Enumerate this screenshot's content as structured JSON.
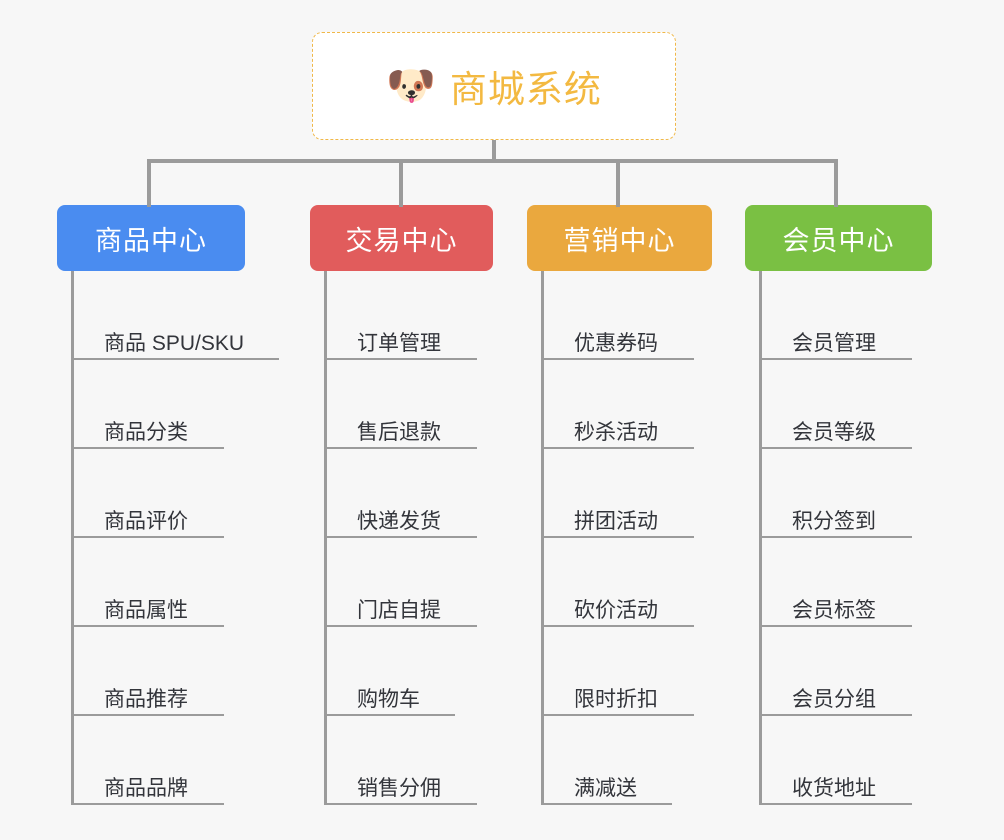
{
  "page": {
    "background_color": "#f7f7f7",
    "line_color": "#9b9b9b"
  },
  "root": {
    "icon": "shiba-dog-emoji",
    "emoji": "🐶",
    "title": "商城系统",
    "text_color": "#f3b941",
    "border_color": "#f0b849",
    "background_color": "#ffffff"
  },
  "branches": [
    {
      "id": "product-center",
      "label": "商品中心",
      "color": "#4a8cf0",
      "items": [
        {
          "label": "商品 SPU/SKU",
          "rule_width": 205
        },
        {
          "label": "商品分类",
          "rule_width": 150
        },
        {
          "label": "商品评价",
          "rule_width": 150
        },
        {
          "label": "商品属性",
          "rule_width": 150
        },
        {
          "label": "商品推荐",
          "rule_width": 150
        },
        {
          "label": "商品品牌",
          "rule_width": 150
        }
      ]
    },
    {
      "id": "trade-center",
      "label": "交易中心",
      "color": "#e15c5c",
      "items": [
        {
          "label": "订单管理",
          "rule_width": 150
        },
        {
          "label": "售后退款",
          "rule_width": 150
        },
        {
          "label": "快递发货",
          "rule_width": 150
        },
        {
          "label": "门店自提",
          "rule_width": 150
        },
        {
          "label": "购物车",
          "rule_width": 128
        },
        {
          "label": "销售分佣",
          "rule_width": 150
        }
      ]
    },
    {
      "id": "marketing-center",
      "label": "营销中心",
      "color": "#eaa83e",
      "items": [
        {
          "label": "优惠券码",
          "rule_width": 150
        },
        {
          "label": "秒杀活动",
          "rule_width": 150
        },
        {
          "label": "拼团活动",
          "rule_width": 150
        },
        {
          "label": "砍价活动",
          "rule_width": 150
        },
        {
          "label": "限时折扣",
          "rule_width": 150
        },
        {
          "label": "满减送",
          "rule_width": 128
        }
      ]
    },
    {
      "id": "member-center",
      "label": "会员中心",
      "color": "#7ac043",
      "items": [
        {
          "label": "会员管理",
          "rule_width": 150
        },
        {
          "label": "会员等级",
          "rule_width": 150
        },
        {
          "label": "积分签到",
          "rule_width": 150
        },
        {
          "label": "会员标签",
          "rule_width": 150
        },
        {
          "label": "会员分组",
          "rule_width": 150
        },
        {
          "label": "收货地址",
          "rule_width": 150
        }
      ]
    }
  ],
  "layout": {
    "branch_left_positions": [
      57,
      310,
      527,
      745
    ],
    "branch_header_widths": [
      188,
      183,
      185,
      187
    ],
    "branch_stem_x": [
      149,
      401,
      618,
      836
    ]
  }
}
